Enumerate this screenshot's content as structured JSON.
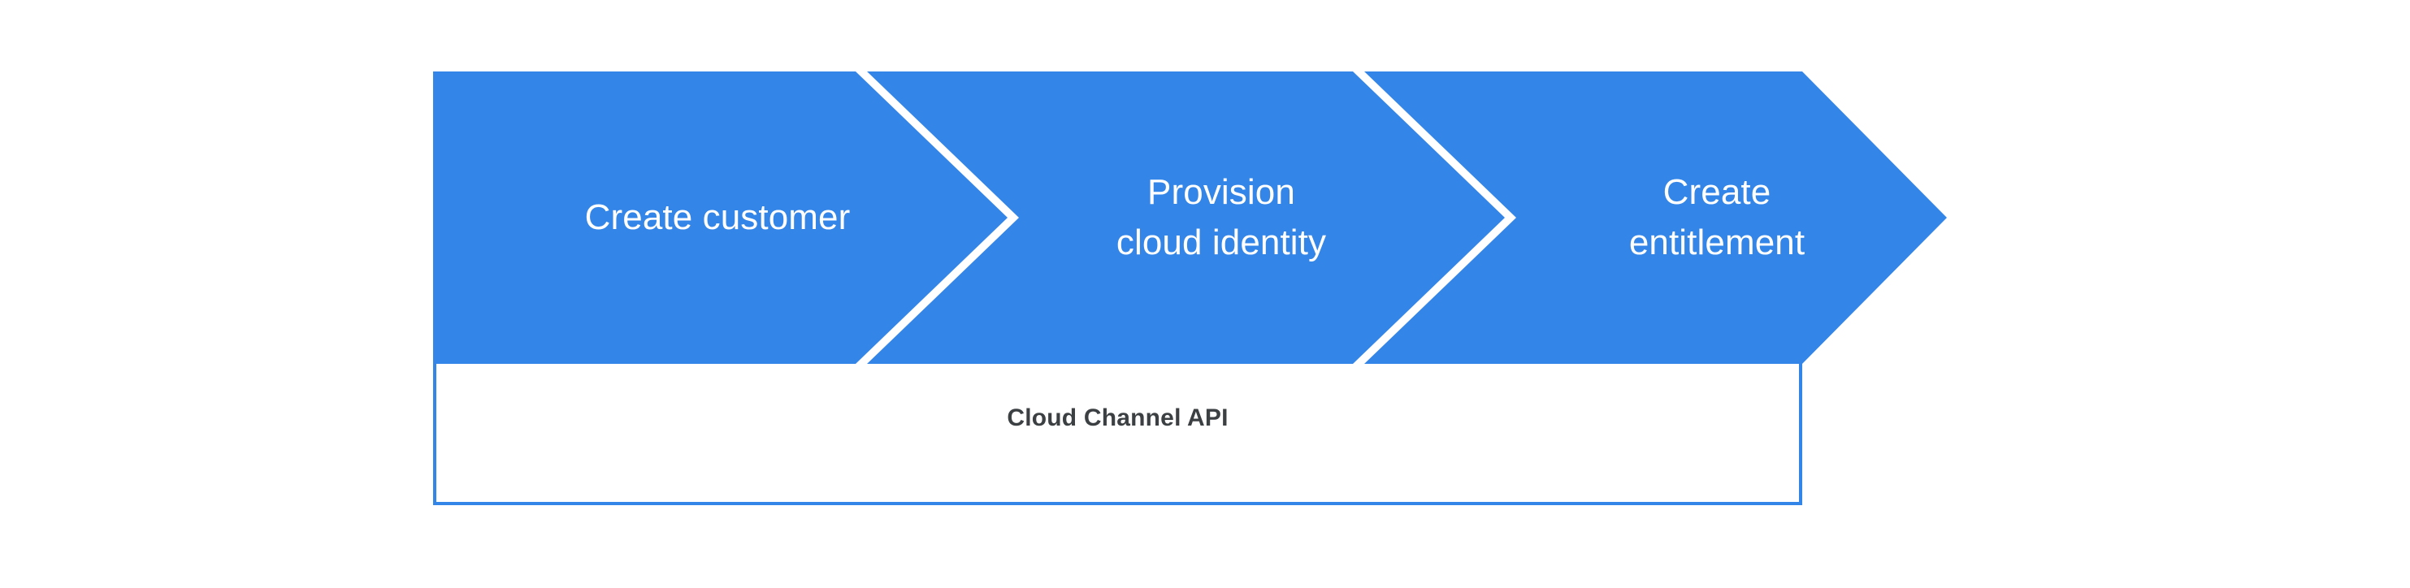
{
  "diagram": {
    "title": "Cloud Channel API three-step process flow",
    "colors": {
      "chevron_fill": "#3385e8",
      "chevron_label": "#ffffff",
      "page_background": "#ffffff",
      "api_bar_border": "#3385e8",
      "api_bar_fill": "#ffffff",
      "api_bar_label": "#3c4043"
    },
    "process": {
      "steps": [
        {
          "label": "Create customer"
        },
        {
          "label": "Provision\ncloud identity"
        },
        {
          "label": "Create\nentitlement"
        }
      ]
    },
    "api_bar": {
      "label": "Cloud Channel API"
    }
  }
}
